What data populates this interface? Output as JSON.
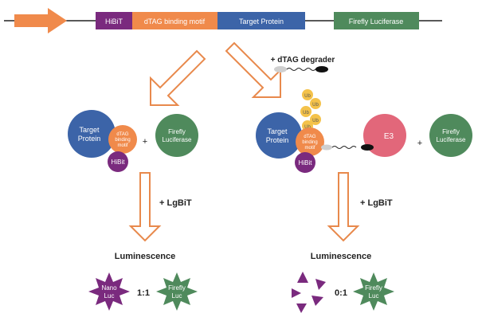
{
  "construct": {
    "hibit": "HiBiT",
    "dtag_motif": "dTAG binding motif",
    "target_protein": "Target Protein",
    "firefly_luciferase": "Firefly Luciferase"
  },
  "degrader_label": "+ dTAG degrader",
  "left_complex": {
    "target_line1": "Target",
    "target_line2": "Protein",
    "motif_line1": "dTAG",
    "motif_line2": "binding",
    "motif_line3": "motif",
    "hibit": "HiBit",
    "plus": "+",
    "firefly_line1": "Firefly",
    "firefly_line2": "Luciferase"
  },
  "right_complex": {
    "ub_tags": [
      "Ub",
      "Ub",
      "Ub",
      "Ub",
      "Ub"
    ],
    "target_line1": "Target",
    "target_line2": "Protein",
    "motif_line1": "dTAG",
    "motif_line2": "binding",
    "motif_line3": "motif",
    "hibit": "HiBit",
    "e3": "E3",
    "plus": "+",
    "firefly_line1": "Firefly",
    "firefly_line2": "Luciferase"
  },
  "lgbit_left": "+ LgBiT",
  "lgbit_right": "+ LgBiT",
  "luminescence_left": "Luminescence",
  "luminescence_right": "Luminescence",
  "result_left": {
    "nano_line1": "Nano",
    "nano_line2": "Luc",
    "ratio": "1:1",
    "firefly_line1": "Firefly",
    "firefly_line2": "Luc"
  },
  "result_right": {
    "ratio": "0:1",
    "firefly_line1": "Firefly",
    "firefly_line2": "Luc"
  },
  "colors": {
    "purple": "#7a2a7e",
    "orange": "#f08a4b",
    "blue": "#3c64a8",
    "green": "#4f8a5c",
    "ub_yellow": "#f4c24a",
    "e3_pink": "#e2677a",
    "arrow_outline": "#e8894c"
  }
}
